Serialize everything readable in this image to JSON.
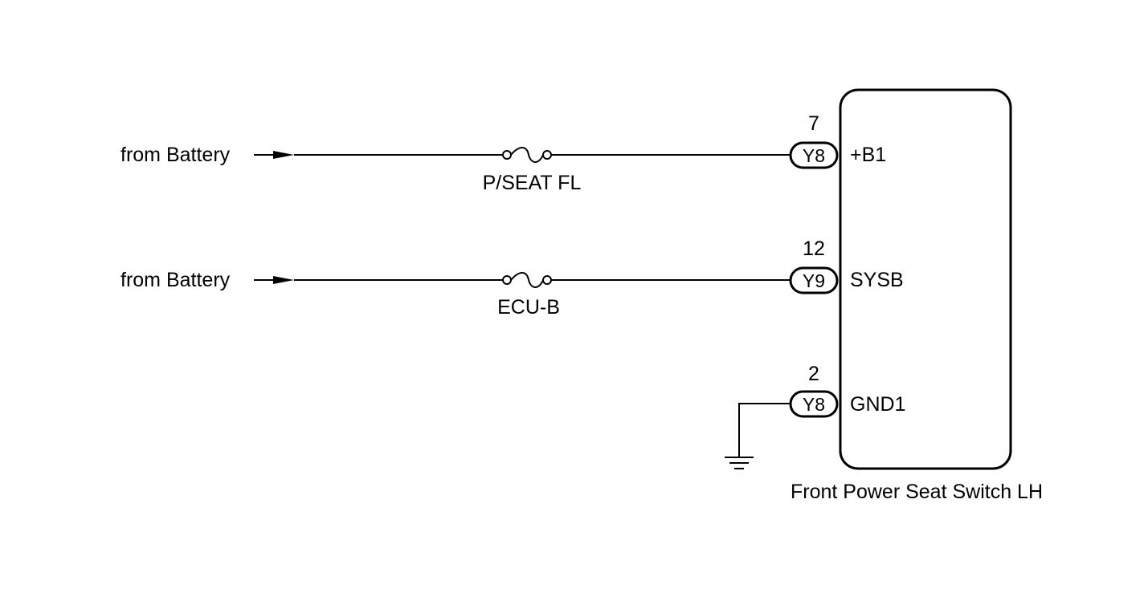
{
  "circuit": {
    "component_name": "Front Power Seat Switch LH",
    "lines": [
      {
        "source": "from Battery",
        "fuse": "P/SEAT FL",
        "pin": "7",
        "connector": "Y8",
        "terminal": "+B1"
      },
      {
        "source": "from Battery",
        "fuse": "ECU-B",
        "pin": "12",
        "connector": "Y9",
        "terminal": "SYSB"
      }
    ],
    "ground": {
      "pin": "2",
      "connector": "Y8",
      "terminal": "GND1"
    }
  },
  "icons": [
    "arrow-icon",
    "fuse-icon",
    "ground-icon",
    "connector-icon"
  ]
}
